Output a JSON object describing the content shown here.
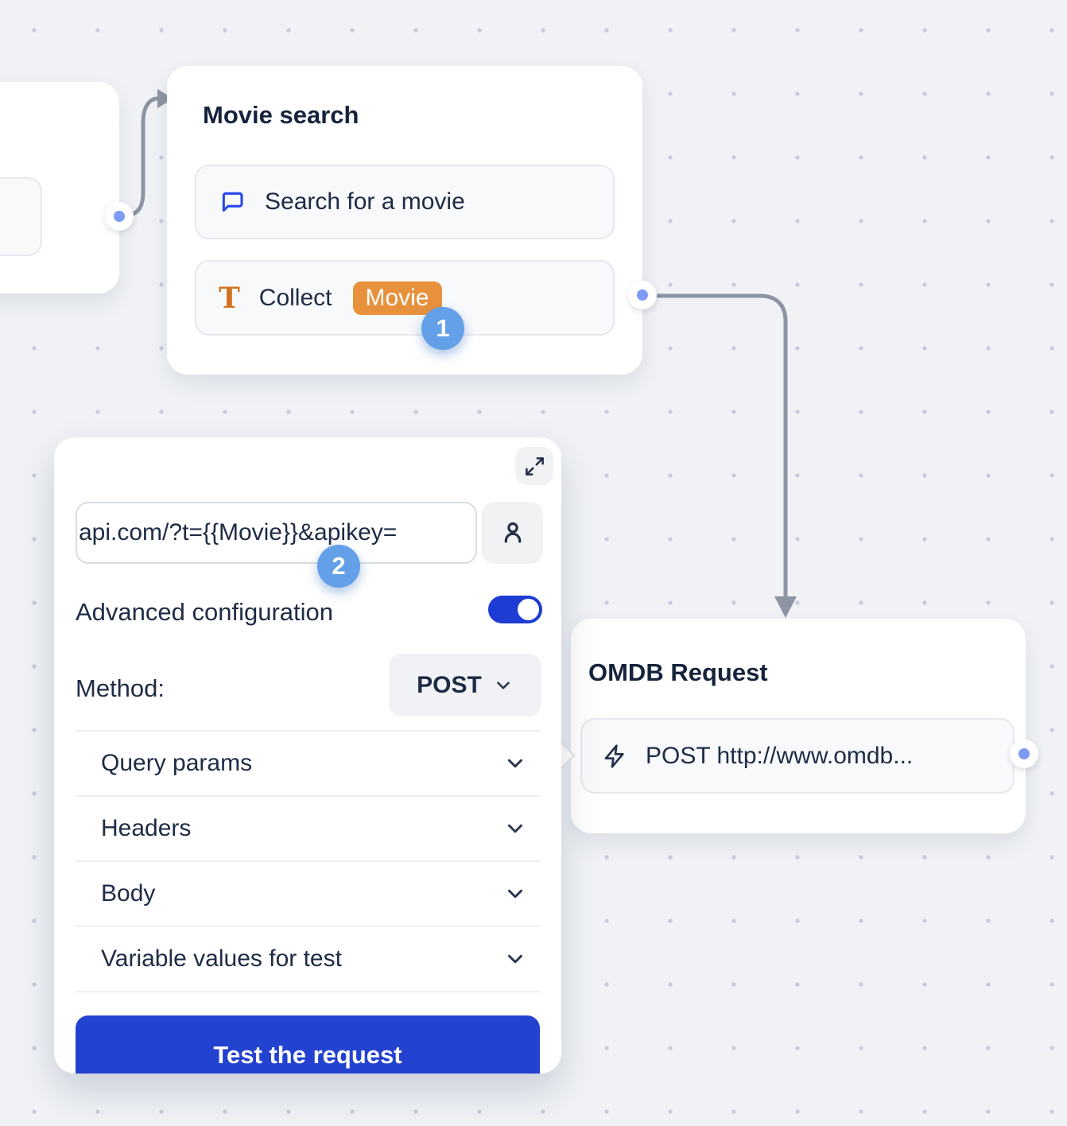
{
  "canvas": {
    "background": "#f0f2f6",
    "dot_color": "#c6ccdd",
    "connector_color": "#8d95a4"
  },
  "colors": {
    "primary_button_blue": "#2342d0",
    "toggle_blue": "#1d3cd4",
    "step_badge_blue": "#64a0e8",
    "port_ring_blue": "#7d9bf3",
    "variable_chip_orange": "#e8913d",
    "chat_icon_blue": "#2847e8",
    "text_dark": "#1e2b45"
  },
  "nodes": {
    "movie_search": {
      "title": "Movie search",
      "rows": [
        {
          "icon": "chat-bubble-icon",
          "label": "Search for a movie"
        },
        {
          "icon": "text-collect-icon",
          "label": "Collect",
          "variable_chip": "Movie"
        }
      ]
    },
    "omdb": {
      "title": "OMDB Request",
      "rows": [
        {
          "icon": "lightning-icon",
          "label": "POST http://www.omdb..."
        }
      ]
    }
  },
  "panel": {
    "url_value": "api.com/?t={{Movie}}&apikey=",
    "advanced_label": "Advanced configuration",
    "advanced_on": true,
    "method_label": "Method:",
    "method_value": "POST",
    "sections": [
      "Query params",
      "Headers",
      "Body",
      "Variable values for test"
    ],
    "test_button": "Test the request"
  },
  "annotations": {
    "step1": "1",
    "step2": "2"
  }
}
